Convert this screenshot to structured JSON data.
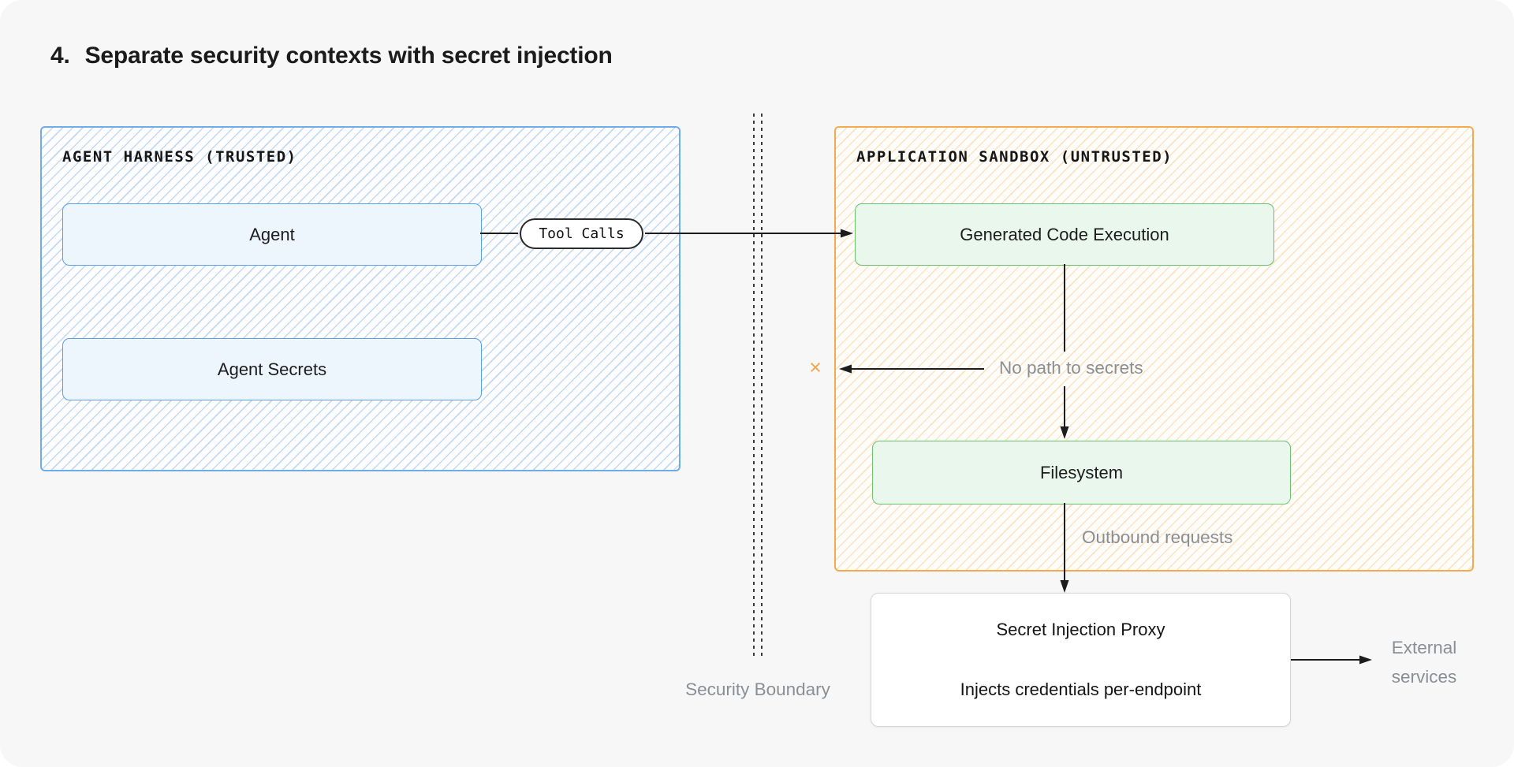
{
  "title": {
    "number": "4.",
    "text": "Separate security contexts with secret injection"
  },
  "zones": {
    "trusted": {
      "label": "AGENT HARNESS (TRUSTED)",
      "nodes": [
        {
          "label": "Agent"
        },
        {
          "label": "Agent Secrets"
        }
      ]
    },
    "untrusted": {
      "label": "APPLICATION SANDBOX (UNTRUSTED)",
      "nodes": [
        {
          "label": "Generated Code Execution"
        },
        {
          "label": "Filesystem"
        }
      ]
    }
  },
  "connectors": {
    "tool_calls": "Tool Calls",
    "no_path": "No path to secrets",
    "outbound": "Outbound requests",
    "blocked_x": "×"
  },
  "boundary": {
    "label": "Security Boundary"
  },
  "proxy": {
    "title": "Secret Injection Proxy",
    "subtitle": "Injects credentials per-endpoint"
  },
  "external": {
    "line1": "External",
    "line2": "services"
  },
  "colors": {
    "canvas_bg": "#f7f7f8",
    "trusted_border": "#6fade9",
    "trusted_node_bg": "#edf5fd",
    "trusted_node_border": "#58a0e8",
    "untrusted_border": "#f2ac4e",
    "green_node_bg": "#eaf7ec",
    "green_node_border": "#69c16f",
    "gray_text": "#8a8f94",
    "wire": "#1c1c1c",
    "blocked_x": "#f0a84e"
  }
}
